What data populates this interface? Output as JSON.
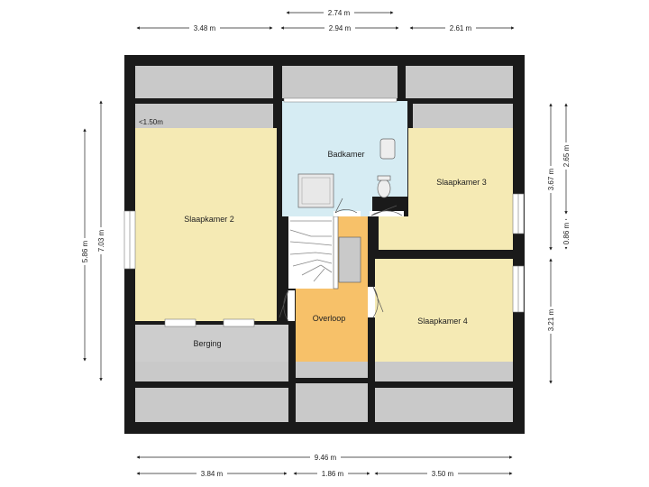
{
  "rooms": {
    "slaapkamer_2": "Slaapkamer 2",
    "badkamer": "Badkamer",
    "slaapkamer_3": "Slaapkamer 3",
    "slaapkamer_4": "Slaapkamer 4",
    "overloop": "Overloop",
    "berging": "Berging"
  },
  "notes": {
    "low_ceiling": "<1.50m"
  },
  "dimensions": {
    "top_stair_width": "2.74 m",
    "top_left": "3.48 m",
    "top_middle": "2.94 m",
    "top_right": "2.61 m",
    "bottom_total": "9.46 m",
    "bottom_left": "3.84 m",
    "bottom_middle": "1.86 m",
    "bottom_right": "3.50 m",
    "left_inner": "5.86 m",
    "left_outer": "7.03 m",
    "right_upper_inner": "3.67 m",
    "right_upper_outer": "2.65 m",
    "right_gap": "0.86 m",
    "right_lower": "3.21 m"
  },
  "colors": {
    "wall": "#1a1a1a",
    "bedroom": "#f5eab4",
    "bathroom": "#d6ecf3",
    "landing": "#f7c169",
    "storage": "#cdcdcd",
    "low_zone": "#c9c9c9"
  }
}
